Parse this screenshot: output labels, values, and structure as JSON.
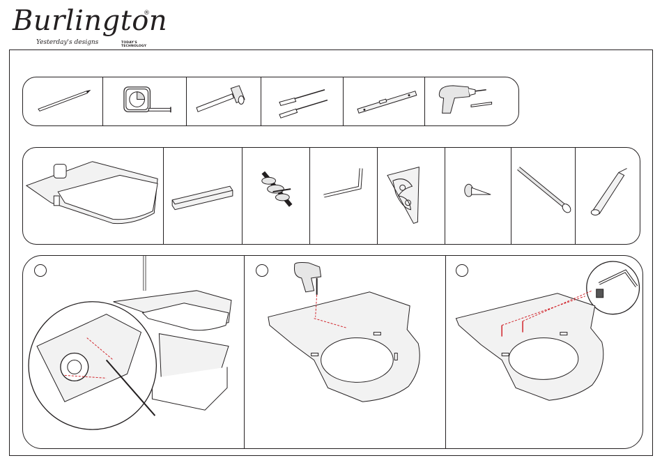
{
  "brand": {
    "name": "Burlington",
    "registered": "®",
    "tagline_script": "Yesterday's designs",
    "tagline_caps": "TODAY'S TECHNOLOGY"
  },
  "tools": [
    "pencil-icon",
    "tape-measure-icon",
    "hammer-icon",
    "screwdrivers-icon",
    "spirit-level-icon",
    "drill-icon"
  ],
  "parts": [
    "toilet-seat-icon",
    "spacer-block-icon",
    "hinge-bolt-icon",
    "allen-key-icon",
    "cistern-bracket-icon",
    "screw-icon",
    "long-screw-icon",
    "wall-plug-icon"
  ],
  "steps": [
    {
      "number": "",
      "illustration": "mark-fixing-holes"
    },
    {
      "number": "",
      "illustration": "drill-holes"
    },
    {
      "number": "",
      "illustration": "fit-bolts-with-allen-key"
    }
  ],
  "colors": {
    "line": "#231f20",
    "accent": "#d1232a",
    "fill": "#f2f2f2"
  }
}
